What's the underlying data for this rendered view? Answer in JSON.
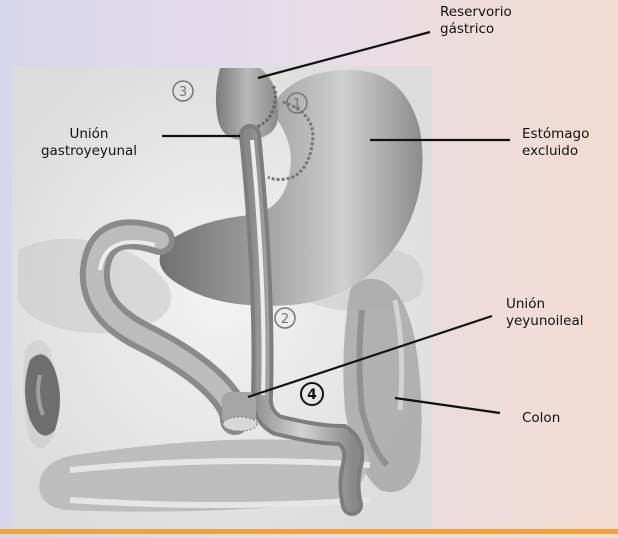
{
  "labels": {
    "reservorio": [
      "Reservorio",
      "gástrico"
    ],
    "union_gastro": [
      "Unión",
      "gastroyeyunal"
    ],
    "estomago": [
      "Estómago",
      "excluido"
    ],
    "union_yeyuno": [
      "Unión",
      "yeyunoileal"
    ],
    "colon": [
      "Colon"
    ]
  },
  "markers": [
    "1",
    "2",
    "3",
    "4"
  ],
  "colors": {
    "background_left": "#d8d6ec",
    "background_right": "#f3dcd2",
    "illustration_bg": "#e9e9e9",
    "organ_dark": "#858585",
    "organ_light": "#d4d4d4",
    "accent_bar": "#f2a23a"
  }
}
